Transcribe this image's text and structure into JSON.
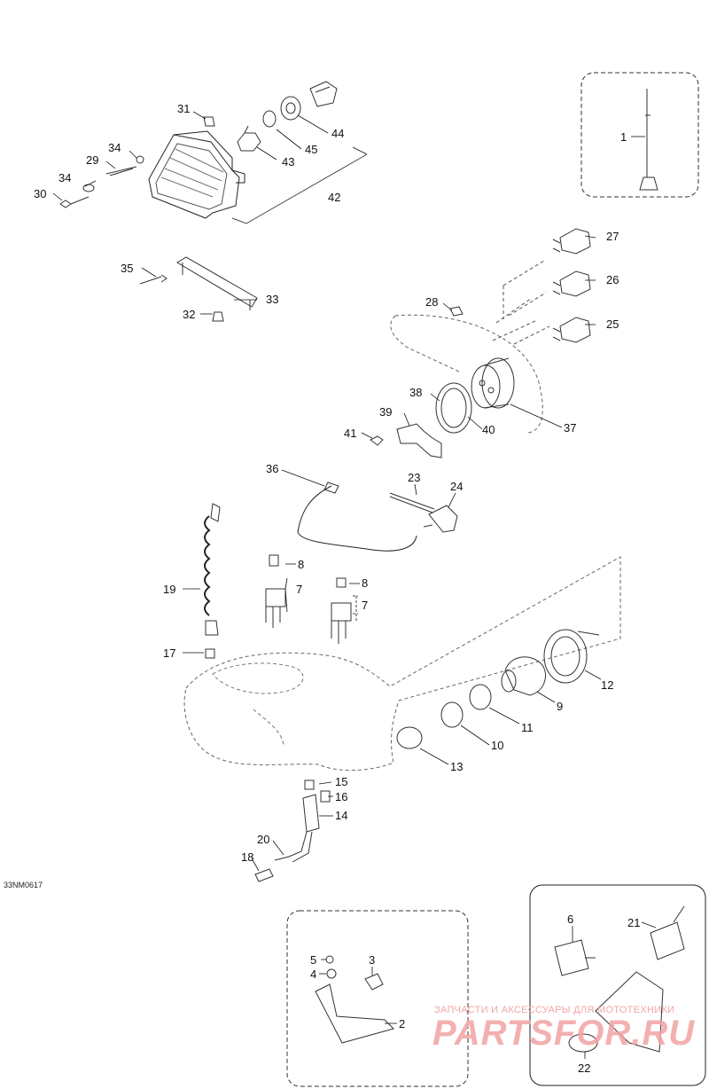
{
  "drawing_code": "33NM0617",
  "watermark": {
    "line1": "ЗАПЧАСТИ И АКСЕССУАРЫ ДЛЯ МОТОТЕХНИКИ",
    "line2": "PARTSFOR.RU"
  },
  "callouts": {
    "c1": "1",
    "c2": "2",
    "c3": "3",
    "c4": "4",
    "c5": "5",
    "c6": "6",
    "c7a": "7",
    "c7b": "7",
    "c8a": "8",
    "c8b": "8",
    "c9": "9",
    "c10": "10",
    "c11": "11",
    "c12": "12",
    "c13": "13",
    "c14": "14",
    "c15": "15",
    "c16": "16",
    "c17": "17",
    "c18": "18",
    "c19": "19",
    "c20": "20",
    "c21": "21",
    "c22": "22",
    "c23": "23",
    "c24": "24",
    "c25": "25",
    "c26": "26",
    "c27": "27",
    "c28": "28",
    "c29": "29",
    "c30": "30",
    "c31": "31",
    "c32": "32",
    "c33": "33",
    "c34a": "34",
    "c34b": "34",
    "c35": "35",
    "c36": "36",
    "c37": "37",
    "c38": "38",
    "c39": "39",
    "c40": "40",
    "c41": "41",
    "c42": "42",
    "c43": "43",
    "c44": "44",
    "c45": "45"
  }
}
